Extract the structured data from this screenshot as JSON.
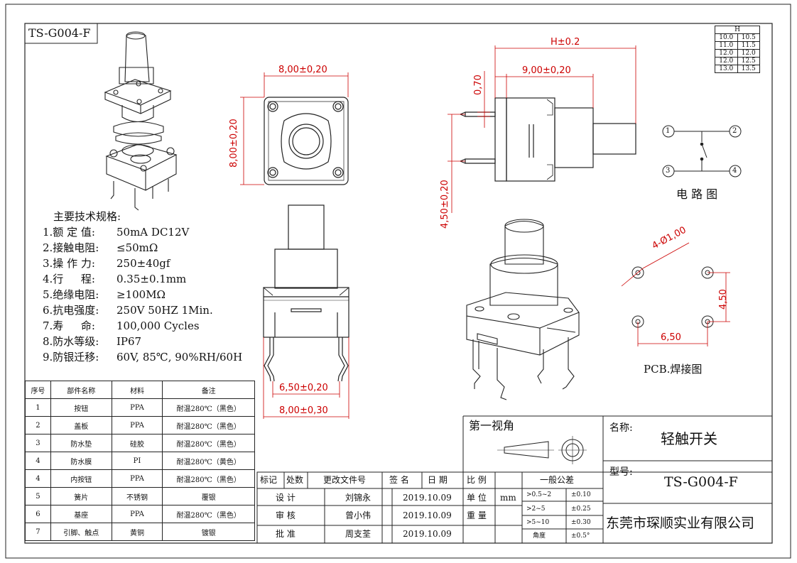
{
  "title_code": "TS-G004-F",
  "specs": {
    "heading": "主要技术规格:",
    "items": [
      {
        "label": "1.额 定 值:",
        "value": "50mA DC12V"
      },
      {
        "label": "2.接触电阻:",
        "value": "≤50mΩ"
      },
      {
        "label": "3.操 作 力:",
        "value": "250±40gf"
      },
      {
        "label": "4.行 　 程:",
        "value": "0.35±0.1mm"
      },
      {
        "label": "5.绝缘电阻:",
        "value": "≥100MΩ"
      },
      {
        "label": "6.抗电强度:",
        "value": "250V 50HZ 1Min."
      },
      {
        "label": "7.寿 　 命:",
        "value": "100,000 Cycles"
      },
      {
        "label": "8.防水等级:",
        "value": "IP67"
      },
      {
        "label": "9.防银迁移:",
        "value": "60V, 85℃, 90%RH/60H"
      }
    ]
  },
  "bom": {
    "headers": [
      "序号",
      "部件名称",
      "材料",
      "备注"
    ],
    "rows": [
      [
        "1",
        "按钮",
        "PPA",
        "耐温280℃（黑色）"
      ],
      [
        "2",
        "盖板",
        "PPA",
        "耐温280℃（黑色）"
      ],
      [
        "3",
        "防水垫",
        "硅胶",
        "耐温280℃（黑色）"
      ],
      [
        "4",
        "防水膜",
        "PI",
        "耐温280℃（黄色）"
      ],
      [
        "4",
        "内按钮",
        "PPA",
        "耐温280℃（黑色）"
      ],
      [
        "5",
        "簧片",
        "不锈钢",
        "覆银"
      ],
      [
        "6",
        "基座",
        "PPA",
        "耐温280℃（黑色）"
      ],
      [
        "7",
        "引脚、触点",
        "黄铜",
        "镀银"
      ]
    ]
  },
  "h_table": {
    "header": "H",
    "rows": [
      [
        "10.0",
        "10.5"
      ],
      [
        "11.0",
        "11.5"
      ],
      [
        "12.0",
        "12.0"
      ],
      [
        "12.0",
        "12.5"
      ],
      [
        "13.0",
        "13.5"
      ]
    ]
  },
  "dims": {
    "top_w": "8,00±0,20",
    "top_h": "8,00±0,20",
    "front_pin": "6,50±0,20",
    "front_w": "8,00±0,30",
    "side_h": "H±0.2",
    "side_body": "9,00±0,20",
    "side_pin_t": "0,70",
    "side_pin_spacing": "4,50±0,20",
    "pcb_hole": "4-Ø1,00",
    "pcb_v": "4,50",
    "pcb_h": "6,50"
  },
  "circuit": {
    "title": "电 路 图",
    "pins": [
      "1",
      "2",
      "3",
      "4"
    ]
  },
  "pcb_title": "PCB.焊接图",
  "revision": {
    "headers": [
      "标记",
      "处数",
      "更改文件号",
      "签 名",
      "日 期"
    ],
    "rows": [
      [
        "设 计",
        "刘锦永",
        "2019.10.09"
      ],
      [
        "审 核",
        "曾小伟",
        "2019.10.09"
      ],
      [
        "批 准",
        "周支荃",
        "2019.10.09"
      ]
    ]
  },
  "view_label": "第一视角",
  "scale": {
    "label": "比 例",
    "unit_label": "单 位",
    "unit": "mm",
    "weight_label": "重 量"
  },
  "tolerance": {
    "title": "一般公差",
    "rows": [
      [
        ">0.5~2",
        "±0.10"
      ],
      [
        ">2~5",
        "±0.25"
      ],
      [
        ">5~10",
        "±0.30"
      ],
      [
        "角度",
        "±0.5°"
      ]
    ]
  },
  "name_label": "名称:",
  "name_value": "轻触开关",
  "model_label": "型号:",
  "model_value": "TS-G004-F",
  "company": "东莞市琛顺实业有限公司"
}
